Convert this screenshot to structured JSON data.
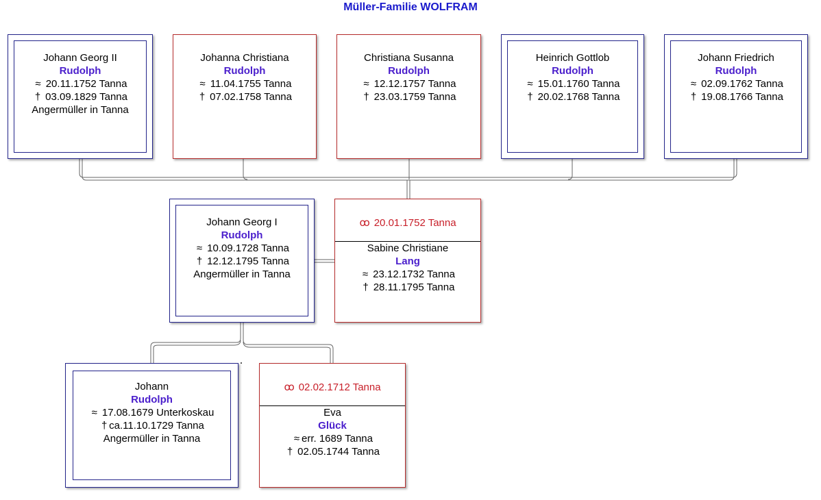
{
  "title": "Müller-Familie WOLFRAM",
  "symbols": {
    "baptism": "≈",
    "death": "†",
    "marriage": "ꝏ"
  },
  "children": [
    {
      "given": "Johann Georg II",
      "surname": "Rudolph",
      "baptism": "20.11.1752 Tanna",
      "death": "03.09.1829 Tanna",
      "occupation": "Angermüller in Tanna"
    },
    {
      "given": "Johanna Christiana",
      "surname": "Rudolph",
      "baptism": "11.04.1755 Tanna",
      "death": "07.02.1758 Tanna"
    },
    {
      "given": "Christiana Susanna",
      "surname": "Rudolph",
      "baptism": "12.12.1757 Tanna",
      "death": "23.03.1759 Tanna"
    },
    {
      "given": "Heinrich Gottlob",
      "surname": "Rudolph",
      "baptism": "15.01.1760 Tanna",
      "death": "20.02.1768 Tanna"
    },
    {
      "given": "Johann Friedrich",
      "surname": "Rudolph",
      "baptism": "02.09.1762 Tanna",
      "death": "19.08.1766 Tanna"
    }
  ],
  "parents": {
    "father": {
      "given": "Johann Georg I",
      "surname": "Rudolph",
      "baptism": "10.09.1728 Tanna",
      "death": "12.12.1795 Tanna",
      "occupation": "Angermüller in Tanna"
    },
    "marriage": "20.01.1752 Tanna",
    "mother": {
      "given": "Sabine Christiane",
      "surname": "Lang",
      "baptism": "23.12.1732 Tanna",
      "death": "28.11.1795 Tanna"
    }
  },
  "grandparents": {
    "father": {
      "given": "Johann",
      "surname": "Rudolph",
      "baptism": "17.08.1679 Unterkoskau",
      "death": "ca.11.10.1729 Tanna",
      "occupation": "Angermüller in Tanna"
    },
    "marriage": "02.02.1712 Tanna",
    "mother": {
      "given": "Eva",
      "surname": "Glück",
      "baptism": "err. 1689 Tanna",
      "death": "02.05.1744 Tanna"
    }
  }
}
